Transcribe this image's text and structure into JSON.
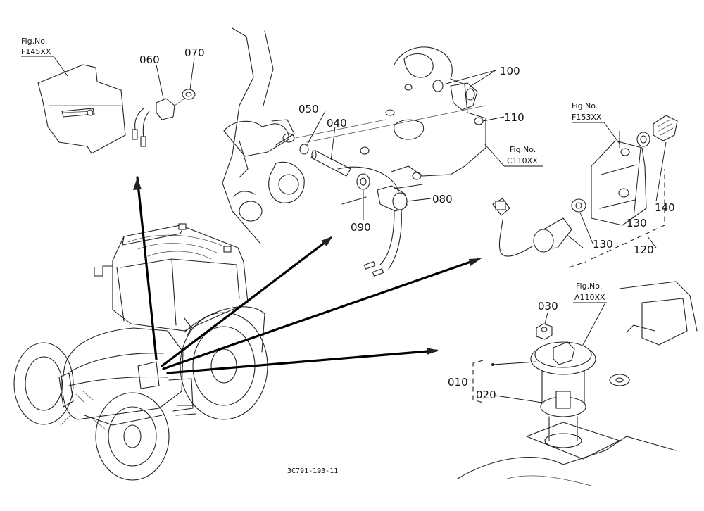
{
  "drawing_code": "3C791-193-11",
  "fig_refs": [
    {
      "label": "Fig.No.",
      "code": "F145XX"
    },
    {
      "label": "Fig.No.",
      "code": "C110XX"
    },
    {
      "label": "Fig.No.",
      "code": "F153XX"
    },
    {
      "label": "Fig.No.",
      "code": "A110XX"
    }
  ],
  "part_numbers": [
    "010",
    "020",
    "030",
    "040",
    "050",
    "060",
    "070",
    "080",
    "090",
    "100",
    "110",
    "120",
    "130",
    "130",
    "140"
  ]
}
